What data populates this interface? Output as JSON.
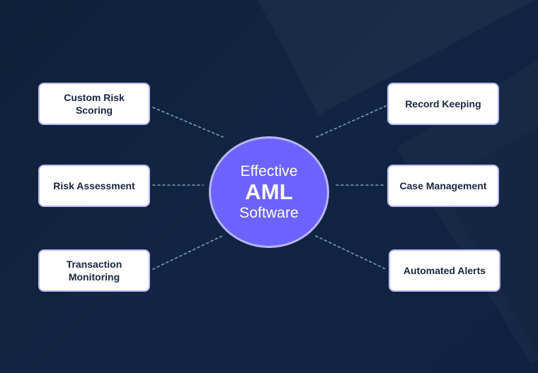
{
  "diagram": {
    "center": {
      "line_1": "Effective",
      "line_2": "AML",
      "line_3": "Software"
    },
    "left_nodes": [
      {
        "label": "Custom Risk Scoring"
      },
      {
        "label": "Risk Assessment"
      },
      {
        "label_line_1": "Transaction",
        "label_line_2": "Monitoring"
      }
    ],
    "right_nodes": [
      {
        "label": "Record Keeping"
      },
      {
        "label": "Case Management"
      },
      {
        "label": "Automated Alerts"
      }
    ]
  },
  "colors": {
    "background": "#10223f",
    "hub_fill": "#6c63ff",
    "hub_border": "#b9b4ff",
    "card_fill": "#ffffff",
    "card_border": "#b9b4ff",
    "text_dark": "#18263f",
    "connector": "#7f9ac1"
  }
}
